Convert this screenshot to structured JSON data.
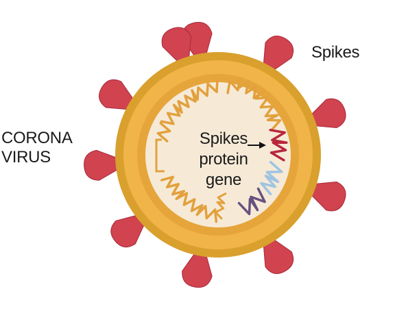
{
  "labels": {
    "virus_line1": "CORONA",
    "virus_line2": "VIRUS",
    "spikes": "Spikes",
    "gene_line1": "Spikes",
    "gene_line2": "protein",
    "gene_line3": "gene"
  },
  "colors": {
    "outer_ring": "#d9a02e",
    "middle_ring": "#f0b448",
    "inner_ring": "#e9a93a",
    "core": "#f6ead7",
    "spike": "#d0434f",
    "spike_shade": "#a9283a",
    "rna": "#e2a13d",
    "gene_red": "#b8263c",
    "gene_blue": "#9ec4e2",
    "gene_purple": "#66527f",
    "arrow": "#111111"
  }
}
